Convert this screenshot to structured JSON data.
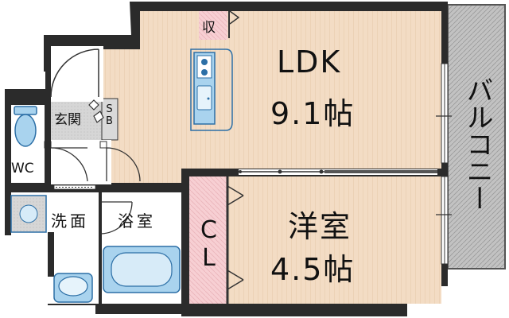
{
  "rooms": {
    "ldk": {
      "name": "LDK",
      "size": "9.1帖"
    },
    "western_room": {
      "name": "洋室",
      "size": "4.5帖"
    },
    "entrance": {
      "name": "玄関"
    },
    "shoe_box": {
      "name": "SB"
    },
    "storage": {
      "name": "収"
    },
    "toilet": {
      "name": "WC"
    },
    "washroom": {
      "name": "洗面"
    },
    "bathroom": {
      "name": "浴室"
    },
    "closet": {
      "name": "CL"
    },
    "balcony": {
      "name": "バルコニー"
    }
  },
  "colors": {
    "wall": "#2b2b2b",
    "floor_wood": "#f3dcc4",
    "floor_line": "#e6c7a8",
    "closet_pink": "#f7cfd3",
    "balcony_gray": "#b4b4b4",
    "fixture_blue": "#a9d3ee",
    "fixture_stroke": "#2c6fa6",
    "gray_fill": "#d9d9d9"
  }
}
